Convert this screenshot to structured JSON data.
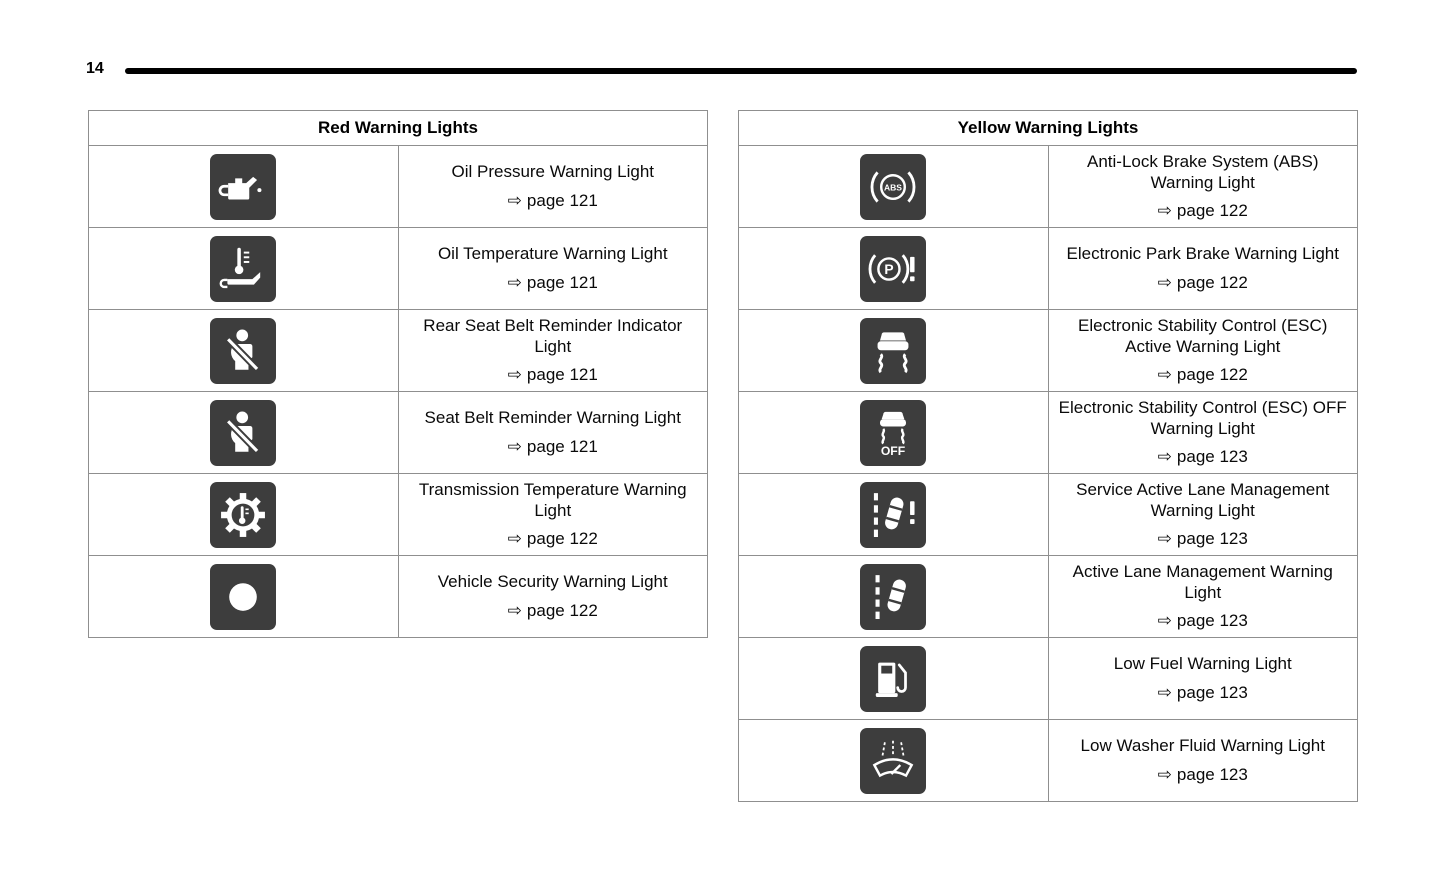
{
  "page": {
    "number": "14"
  },
  "glyphs": {
    "page_arrow": "⇨"
  },
  "tables": [
    {
      "title": "Red Warning Lights",
      "rows": [
        {
          "icon": "oil-pressure-warning-icon",
          "label": "Oil Pressure Warning Light",
          "page_ref": "page 121"
        },
        {
          "icon": "oil-temperature-warning-icon",
          "label": "Oil Temperature Warning Light",
          "page_ref": "page 121"
        },
        {
          "icon": "rear-seat-belt-reminder-icon",
          "label": "Rear Seat Belt Reminder Indicator Light",
          "page_ref": "page 121"
        },
        {
          "icon": "seat-belt-reminder-icon",
          "label": "Seat Belt Reminder Warning Light",
          "page_ref": "page 121"
        },
        {
          "icon": "transmission-temperature-icon",
          "label": "Transmission Temperature Warning Light",
          "page_ref": "page 122"
        },
        {
          "icon": "vehicle-security-icon",
          "label": "Vehicle Security Warning Light",
          "page_ref": "page 122"
        }
      ]
    },
    {
      "title": "Yellow Warning Lights",
      "rows": [
        {
          "icon": "abs-warning-icon",
          "label": "Anti-Lock Brake System (ABS) Warning Light",
          "page_ref": "page 122"
        },
        {
          "icon": "electronic-park-brake-icon",
          "label": "Electronic Park Brake Warning Light",
          "page_ref": "page 122"
        },
        {
          "icon": "esc-active-icon",
          "label": "Electronic Stability Control (ESC) Active Warning Light",
          "page_ref": "page 122"
        },
        {
          "icon": "esc-off-icon",
          "label": "Electronic Stability Control (ESC) OFF Warning Light",
          "page_ref": "page 123"
        },
        {
          "icon": "service-active-lane-management-icon",
          "label": "Service Active Lane Management Warning Light",
          "page_ref": "page 123"
        },
        {
          "icon": "active-lane-management-icon",
          "label": "Active Lane Management Warning Light",
          "page_ref": "page 123"
        },
        {
          "icon": "low-fuel-icon",
          "label": "Low Fuel Warning Light",
          "page_ref": "page 123"
        },
        {
          "icon": "low-washer-fluid-icon",
          "label": "Low Washer Fluid Warning Light",
          "page_ref": "page 123"
        }
      ]
    }
  ]
}
